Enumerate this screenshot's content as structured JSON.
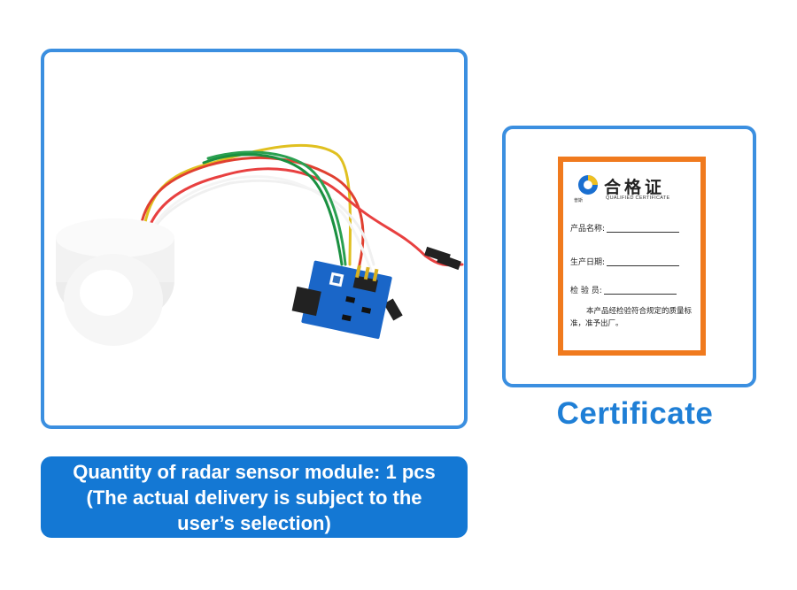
{
  "certificate": {
    "caption": "Certificate",
    "card": {
      "brand_logo_text": "QUALIFIED CERTIFICATE",
      "title_cn": "合格证",
      "brand_small": "普斯",
      "field_product_name": "产品名称:",
      "field_production_date": "生产日期:",
      "field_inspector": "检 验 员:",
      "note": "本产品经检验符合规定的质量标准，准予出厂。",
      "accent_color": "#f07a1e"
    }
  },
  "quantity": {
    "line1": "Quantity of radar sensor module: 1 pcs",
    "line2": "(The actual delivery is subject to the",
    "line3": "user’s selection)"
  },
  "colors": {
    "frame_border": "#3b8fe0",
    "banner_bg": "#1478d4",
    "caption_text": "#1f7fd6"
  }
}
